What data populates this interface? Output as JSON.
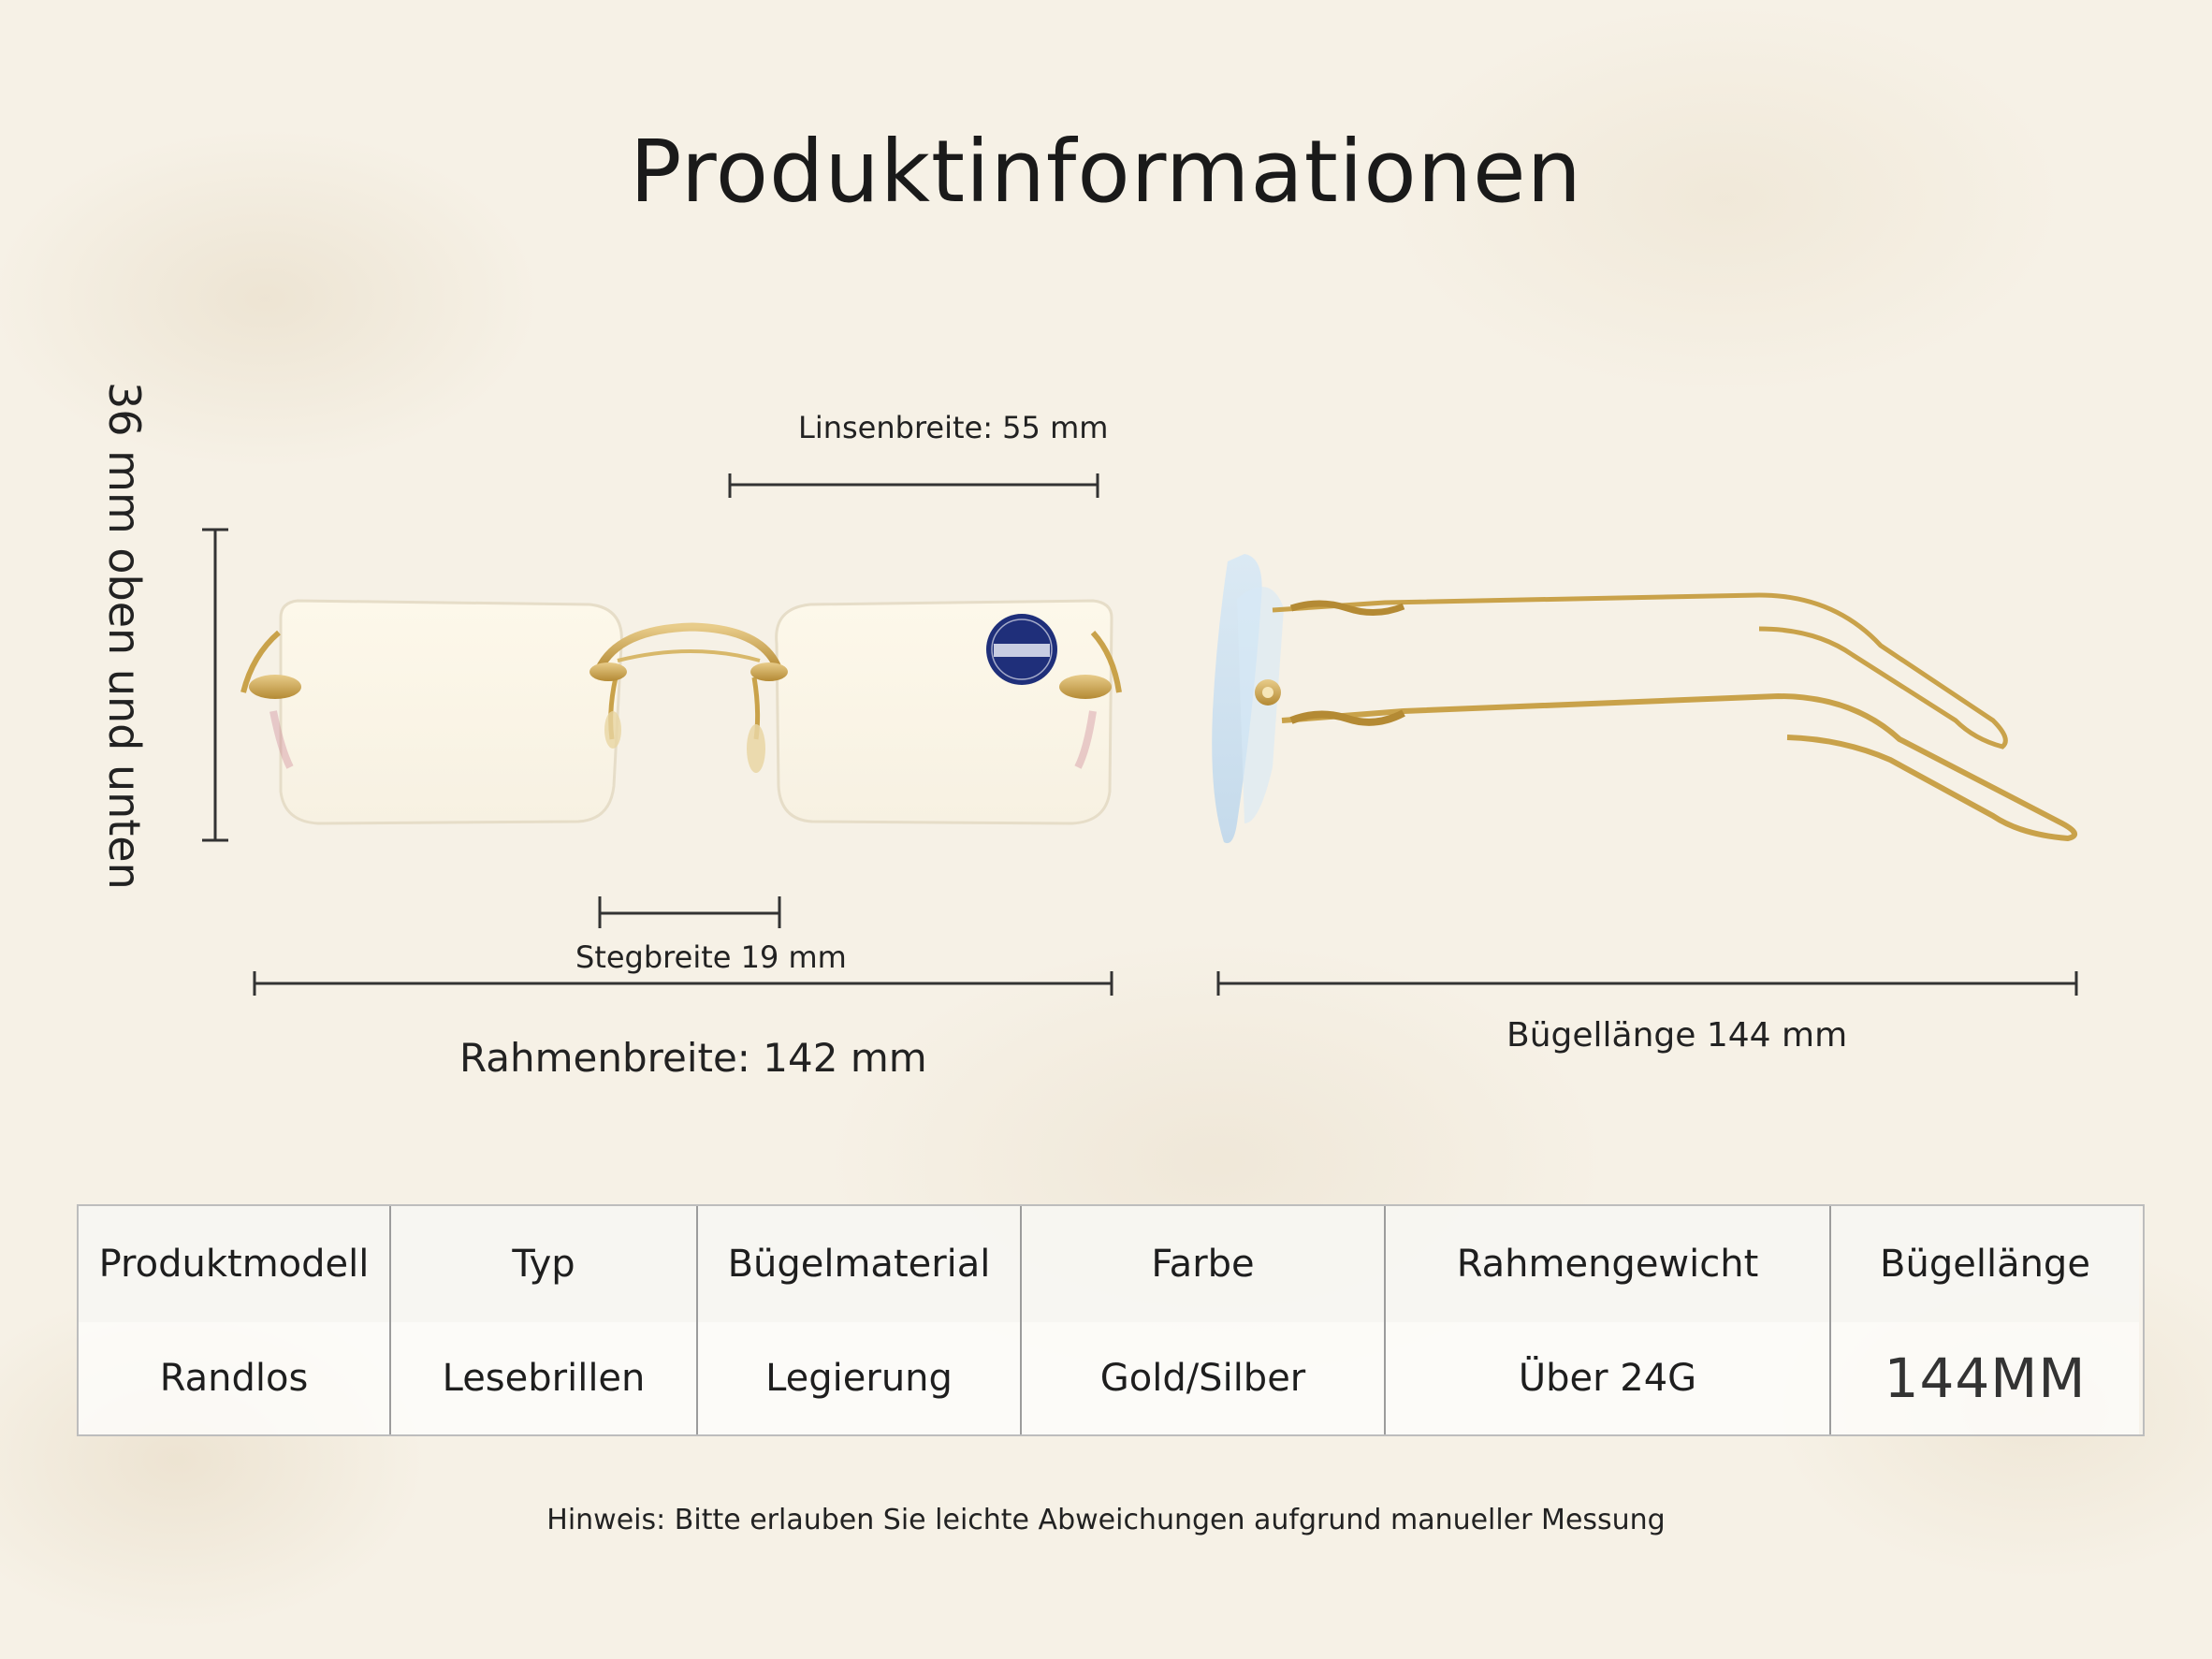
{
  "title": "Produktinformationen",
  "dimensions": {
    "lens_width": "Linsenbreite: 55 mm",
    "bridge_width": "Stegbreite 19 mm",
    "frame_width": "Rahmenbreite: 142 mm",
    "temple_length": "Bügellänge 144 mm",
    "lens_height": "36 mm oben und unten"
  },
  "spec_table": {
    "headers": [
      "Produktmodell",
      "Typ",
      "Bügelmaterial",
      "Farbe",
      "Rahmengewicht",
      "Bügellänge"
    ],
    "values": [
      "Randlos",
      "Lesebrillen",
      "Legierung",
      "Gold/Silber",
      "Über 24G",
      "144MM"
    ]
  },
  "note": "Hinweis: Bitte erlauben Sie leichte Abweichungen aufgrund manueller Messung",
  "colors": {
    "background": "#f6f1e6",
    "gold": "#c9a24a",
    "lens_tint": "#fbf6e8",
    "lens_blue": "#cfe3f3",
    "badge": "#1f2f7a"
  }
}
